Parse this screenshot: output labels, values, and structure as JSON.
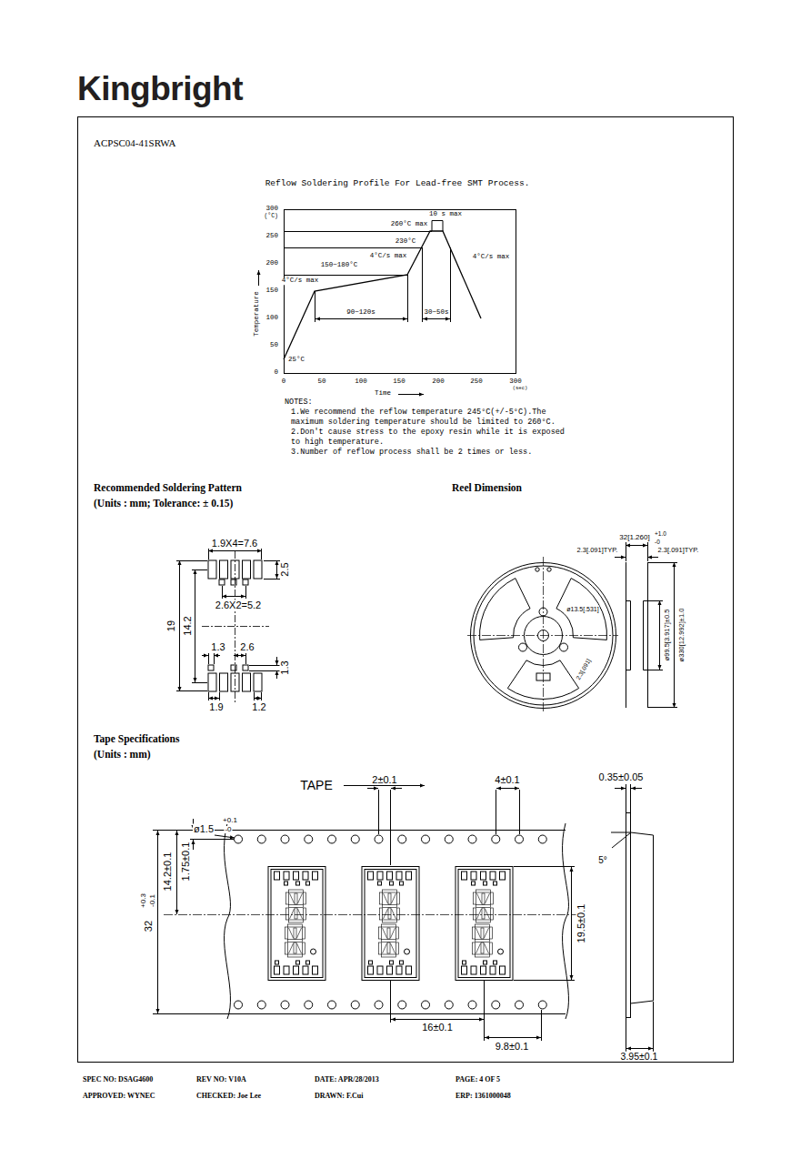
{
  "diagram": {
    "labels": [
      "Kingbright",
      "ACPSC04-41SRWA",
      "Reflow Soldering Profile For Lead-free SMT Process.",
      "300",
      "(°C)",
      "250",
      "200",
      "150",
      "100",
      "50",
      "0",
      "Temperature",
      "0",
      "50",
      "100",
      "150",
      "200",
      "250",
      "300",
      "(sec)",
      "Time",
      "10 s max",
      "260°C max",
      "230°C",
      "4°C/s max",
      "150~180°C",
      "4°C/s max",
      "4°C/s max",
      "25°C",
      "90~120s",
      "30~50s",
      "NOTES:",
      "1.We recommend the reflow temperature 245°C(+/-5°C).The maximum soldering temperature should be limited to 260°C.",
      "2.Don't cause stress to the epoxy resin while it is exposed to high temperature.",
      "3.Number of reflow process shall be 2 times or less.",
      "Recommended Soldering Pattern",
      "(Units : mm; Tolerance: ± 0.15)",
      "1.9X4=7.6",
      "2.5",
      "2.6X2=5.2",
      "19",
      "14.2",
      "1.3",
      "2.6",
      "1.3",
      "1.9",
      "1.2",
      "Reel Dimension",
      "32[1.260]",
      "+1.0",
      "-0",
      "2.3[.091]TYP.",
      "2.3[.091]TYP.",
      "ø13.5[.531]",
      "2.3[.091]",
      "ø99.5[3.917]±0.5",
      "ø330[12.992]±1.0",
      "Tape Specifications",
      "(Units : mm)",
      "TAPE",
      "ø1.5",
      "+0.1",
      "-0",
      "2±0.1",
      "4±0.1",
      "0.35±0.05",
      "32",
      "+0.3",
      "-0.1",
      "14.2±0.1",
      "1.75±0.1",
      "5°",
      "19.5±0.1",
      "16±0.1",
      "9.8±0.1",
      "3.95±0.1",
      "SPEC NO: DSAG4600",
      "REV NO: V10A",
      "DATE: APR/28/2013",
      "PAGE: 4 OF 5",
      "APPROVED: WYNEC",
      "CHECKED: Joe Lee",
      "DRAWN: F.Cui",
      "ERP: 1361000048"
    ]
  }
}
